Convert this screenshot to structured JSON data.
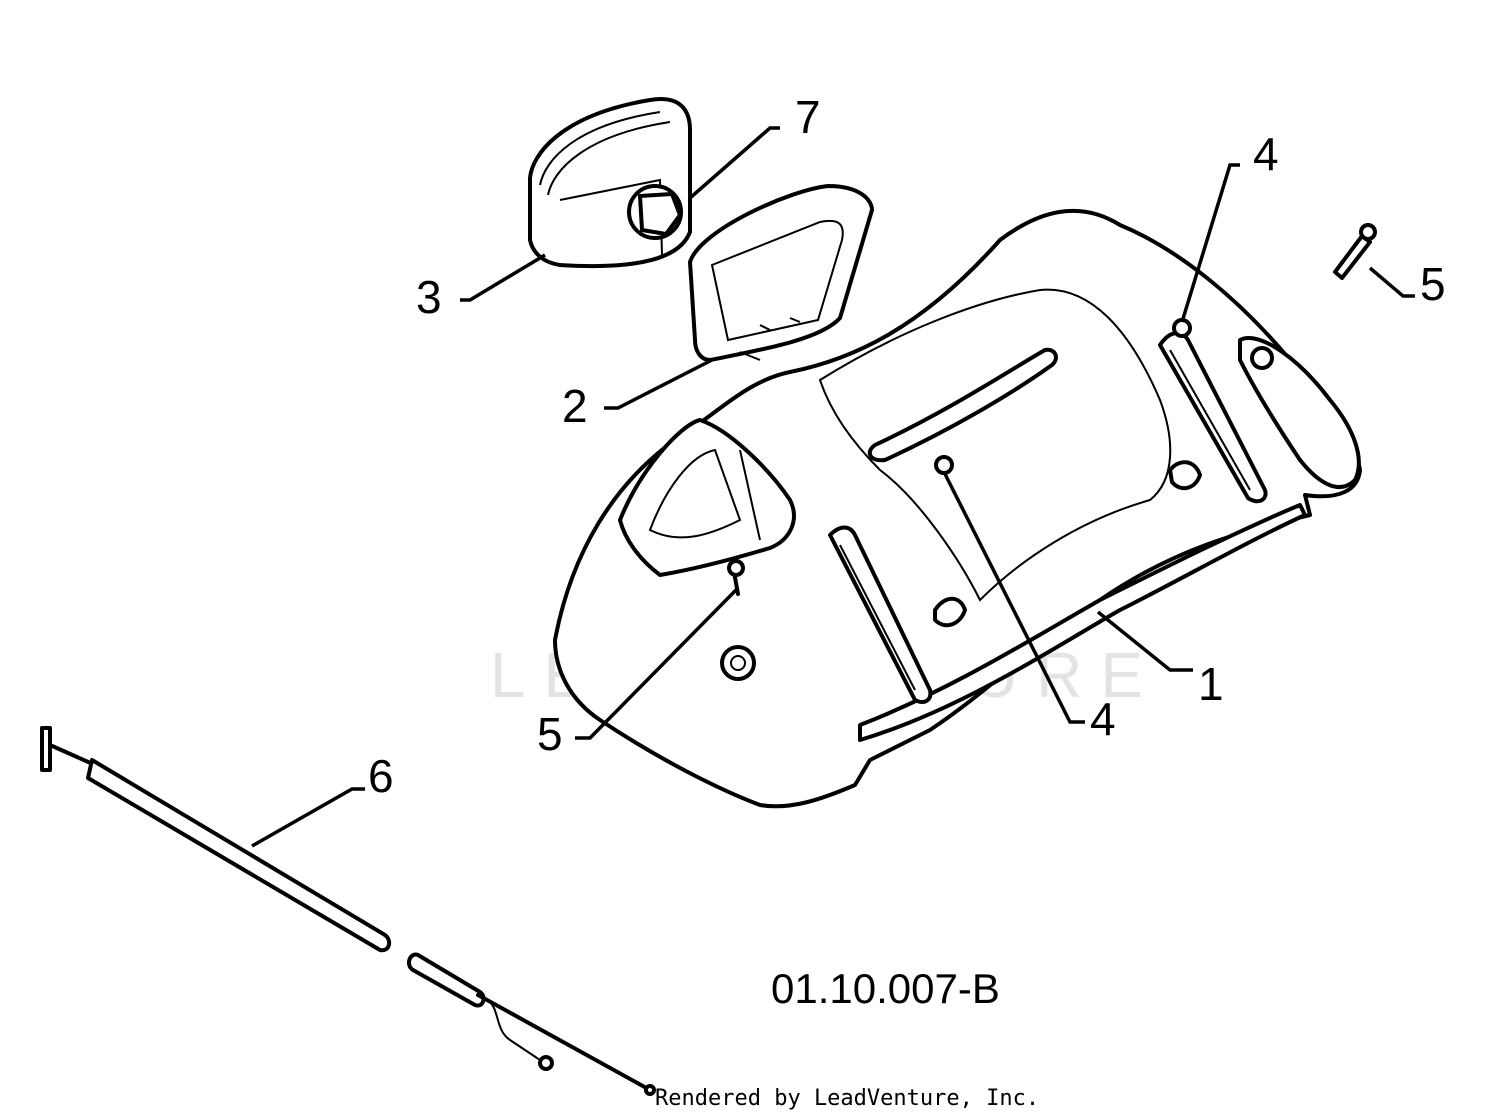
{
  "diagram": {
    "callouts": {
      "hood": "1",
      "bezel": "2",
      "headlight": "3",
      "screw_right_top": "4",
      "screw_center": "4",
      "bolt_right": "5",
      "bolt_left": "5",
      "harness": "6",
      "bulb_socket": "7"
    },
    "drawing_code": "01.10.007-B",
    "watermark": "LEADVENTURE",
    "credit": "Rendered by LeadVenture, Inc."
  }
}
